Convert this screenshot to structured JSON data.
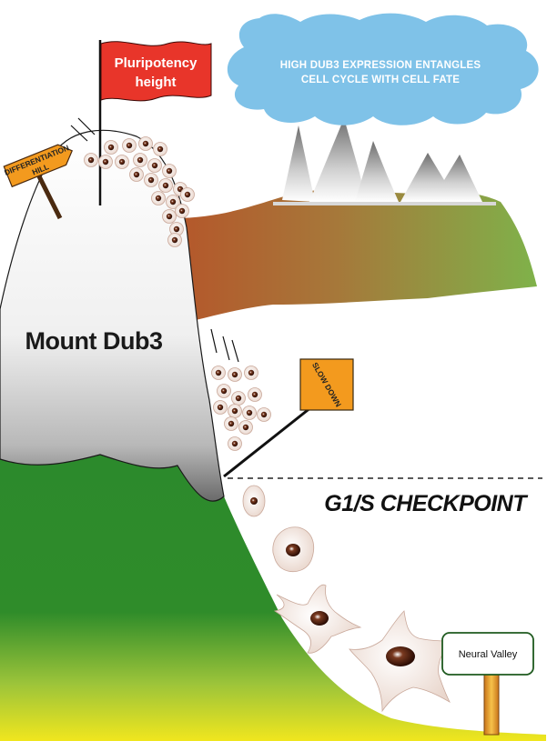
{
  "flag": {
    "label_line1": "Pluripotency",
    "label_line2": "height"
  },
  "cloud": {
    "line1": "HIGH DUB3 EXPRESSION ENTANGLES",
    "line2": "CELL CYCLE WITH CELL FATE"
  },
  "signs": {
    "differentiation_line1": "DIFFERENTIATION",
    "differentiation_line2": "HILL",
    "slow_down": "SLOW DOWN",
    "neural_valley": "Neural Valley"
  },
  "mountain": {
    "title": "Mount Dub3"
  },
  "checkpoint": {
    "label": "G1/S CHECKPOINT"
  },
  "colors": {
    "flag_red": "#e8352a",
    "cloud_blue": "#7fc2e8",
    "sign_orange": "#f39a1e",
    "hill_green": "#2e8b2a",
    "valley_yellow": "#f2e51c"
  }
}
